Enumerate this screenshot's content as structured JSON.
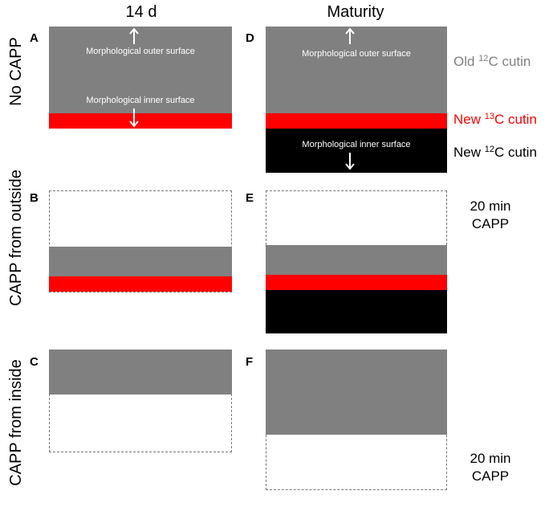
{
  "columns": {
    "left": "14 d",
    "right": "Maturity"
  },
  "rows": {
    "top": "No CAPP",
    "middle": "CAPP from outside",
    "bottom": "CAPP from inside"
  },
  "panels": {
    "a": "A",
    "b": "B",
    "c": "C",
    "d": "D",
    "e": "E",
    "f": "F"
  },
  "surfaces": {
    "outer": "Morphological outer surface",
    "inner": "Morphological inner surface"
  },
  "side_labels": {
    "old_prefix": "Old ",
    "old_sup": "12",
    "old_suffix": "C cutin",
    "new13_prefix": "New ",
    "new13_sup": "13",
    "new13_suffix": "C cutin",
    "new12_prefix": "New ",
    "new12_sup": "12",
    "new12_suffix": "C cutin"
  },
  "capp_labels": {
    "middle_line1": "20 min",
    "middle_line2": "CAPP",
    "bottom_line1": "20 min",
    "bottom_line2": "CAPP"
  },
  "colors": {
    "old_12c_cutin": "#808080",
    "new_13c_cutin": "#ff0000",
    "new_12c_cutin": "#000000",
    "removed_dashed": "#777777"
  }
}
